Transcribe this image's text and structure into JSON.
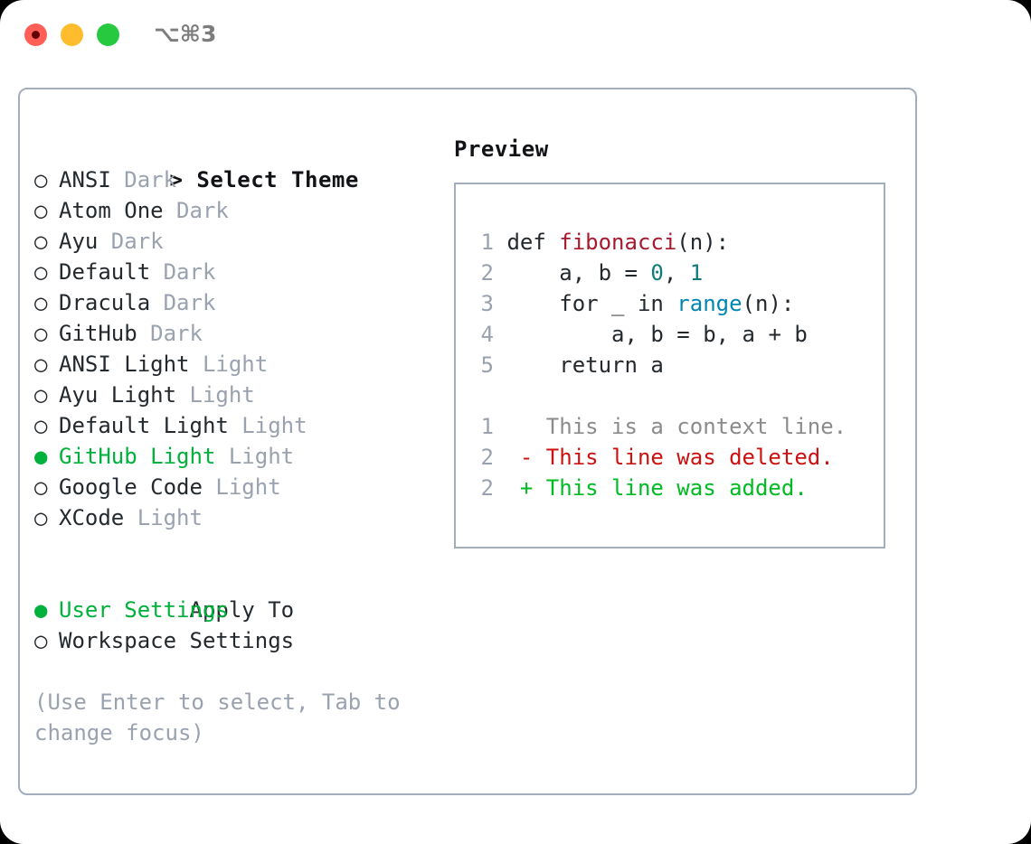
{
  "window": {
    "title": "⌥⌘3",
    "traffic_lights": [
      "close-red",
      "minimize-yellow",
      "maximize-green"
    ]
  },
  "theme_picker": {
    "header": "> Select Theme",
    "items": [
      {
        "marker": "○",
        "name": "ANSI",
        "suffix": "Dark",
        "selected": false
      },
      {
        "marker": "○",
        "name": "Atom One",
        "suffix": "Dark",
        "selected": false
      },
      {
        "marker": "○",
        "name": "Ayu",
        "suffix": "Dark",
        "selected": false
      },
      {
        "marker": "○",
        "name": "Default",
        "suffix": "Dark",
        "selected": false
      },
      {
        "marker": "○",
        "name": "Dracula",
        "suffix": "Dark",
        "selected": false
      },
      {
        "marker": "○",
        "name": "GitHub",
        "suffix": "Dark",
        "selected": false
      },
      {
        "marker": "○",
        "name": "ANSI Light",
        "suffix": "Light",
        "selected": false
      },
      {
        "marker": "○",
        "name": "Ayu Light",
        "suffix": "Light",
        "selected": false
      },
      {
        "marker": "○",
        "name": "Default Light",
        "suffix": "Light",
        "selected": false
      },
      {
        "marker": "●",
        "name": "GitHub Light",
        "suffix": "Light",
        "selected": true
      },
      {
        "marker": "○",
        "name": "Google Code",
        "suffix": "Light",
        "selected": false
      },
      {
        "marker": "○",
        "name": "XCode",
        "suffix": "Light",
        "selected": false
      }
    ]
  },
  "apply_to": {
    "header": "Apply To",
    "items": [
      {
        "marker": "●",
        "name": "User Settings",
        "selected": true
      },
      {
        "marker": "○",
        "name": "Workspace Settings",
        "selected": false
      }
    ]
  },
  "hint": "(Use Enter to select, Tab to change focus)",
  "preview": {
    "title": "Preview",
    "code_lines": [
      {
        "no": "1",
        "segments": [
          {
            "text": "def ",
            "style": "plain"
          },
          {
            "text": "fibonacci",
            "style": "fn"
          },
          {
            "text": "(n):",
            "style": "plain"
          }
        ]
      },
      {
        "no": "2",
        "segments": [
          {
            "text": "    a, b = ",
            "style": "plain"
          },
          {
            "text": "0",
            "style": "num"
          },
          {
            "text": ", ",
            "style": "plain"
          },
          {
            "text": "1",
            "style": "num"
          }
        ]
      },
      {
        "no": "3",
        "segments": [
          {
            "text": "    for _ in ",
            "style": "plain"
          },
          {
            "text": "range",
            "style": "builtin"
          },
          {
            "text": "(n):",
            "style": "plain"
          }
        ]
      },
      {
        "no": "4",
        "segments": [
          {
            "text": "        a, b = b, a + b",
            "style": "plain"
          }
        ]
      },
      {
        "no": "5",
        "segments": [
          {
            "text": "    return a",
            "style": "plain"
          }
        ]
      }
    ],
    "diff_lines": [
      {
        "no": "1",
        "marker": " ",
        "text": "This is a context line.",
        "kind": "context"
      },
      {
        "no": "2",
        "marker": "-",
        "text": "This line was deleted.",
        "kind": "deleted"
      },
      {
        "no": "2",
        "marker": "+",
        "text": "This line was added.",
        "kind": "added"
      }
    ]
  },
  "colors": {
    "accent_green": "#00b13c",
    "muted_gray": "#9aa2b0",
    "border": "#a3adbb",
    "fn_red": "#a6192e",
    "num_teal": "#117a7a",
    "builtin_blue": "#0086b3",
    "diff_delete": "#cc1111",
    "diff_add": "#00bb22",
    "diff_context": "#8b8b8b"
  }
}
